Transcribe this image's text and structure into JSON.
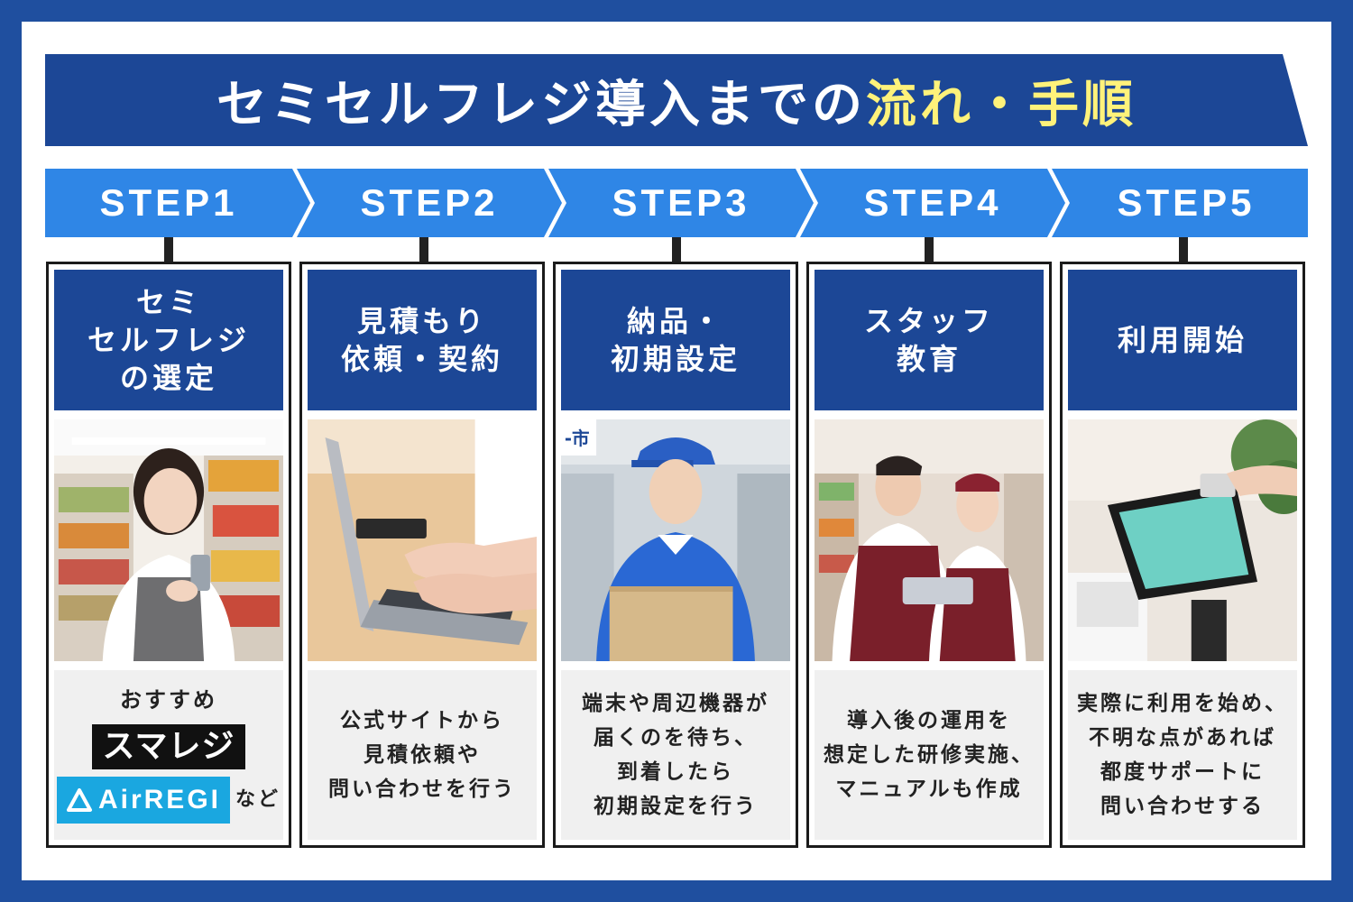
{
  "title": {
    "main": "セミセルフレジ導入までの",
    "highlight": "流れ・手順"
  },
  "steps": [
    {
      "label": "STEP1",
      "heading_lines": [
        "セミ",
        "セルフレジ",
        "の選定"
      ],
      "desc_lines": [],
      "recommend": {
        "label": "おすすめ",
        "logo1": "スマレジ",
        "logo2": "AirREGI",
        "suffix": "など"
      }
    },
    {
      "label": "STEP2",
      "heading_lines": [
        "見積もり",
        "依頼・契約"
      ],
      "desc_lines": [
        "公式サイトから",
        "見積依頼や",
        "問い合わせを行う"
      ]
    },
    {
      "label": "STEP3",
      "heading_lines": [
        "納品・",
        "初期設定"
      ],
      "desc_lines": [
        "端末や周辺機器が",
        "届くのを待ち、",
        "到着したら",
        "初期設定を行う"
      ]
    },
    {
      "label": "STEP4",
      "heading_lines": [
        "スタッフ",
        "教育"
      ],
      "desc_lines": [
        "導入後の運用を",
        "想定した研修実施、",
        "マニュアルも作成"
      ]
    },
    {
      "label": "STEP5",
      "heading_lines": [
        "利用開始"
      ],
      "desc_lines": [
        "実際に利用を始め、",
        "不明な点があれば",
        "都度サポートに",
        "問い合わせする"
      ]
    }
  ],
  "image_text": {
    "step3_sign": "-市"
  },
  "colors": {
    "background": "#1f4f9f",
    "banner": "#1c4796",
    "step_arrow": "#2f86e6",
    "highlight": "#fff27a",
    "desc_bg": "#f0f0f0"
  }
}
